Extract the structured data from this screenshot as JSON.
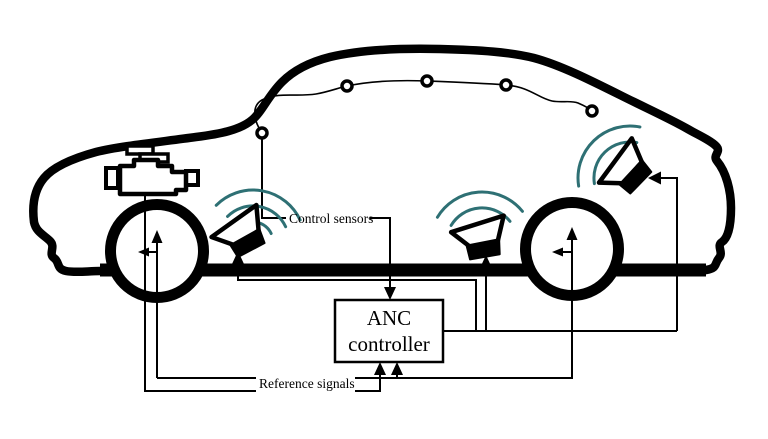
{
  "labels": {
    "control_sensors": "Control sensors",
    "reference_signals": "Reference signals"
  },
  "controller": {
    "line1": "ANC",
    "line2": "controller"
  },
  "colors": {
    "ink": "#000000",
    "background": "#FFFFFF",
    "wave_accent": "#2E7074"
  },
  "icons": {
    "engine": "engine-icon",
    "speakers": [
      "speaker-icon-front",
      "speaker-icon-middle",
      "speaker-icon-rear"
    ],
    "roof_sensor": "roof-sensor-dot",
    "roof_sensor_count": 5,
    "wheels": [
      "front-wheel",
      "rear-wheel"
    ]
  }
}
